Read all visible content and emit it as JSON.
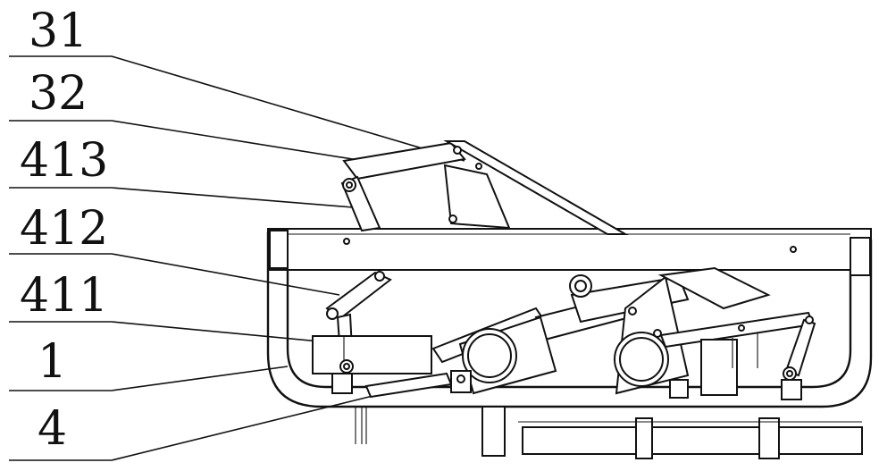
{
  "labels": {
    "l31": "31",
    "l32": "32",
    "l413": "413",
    "l412": "412",
    "l411": "411",
    "l1": "1",
    "l4": "4"
  }
}
